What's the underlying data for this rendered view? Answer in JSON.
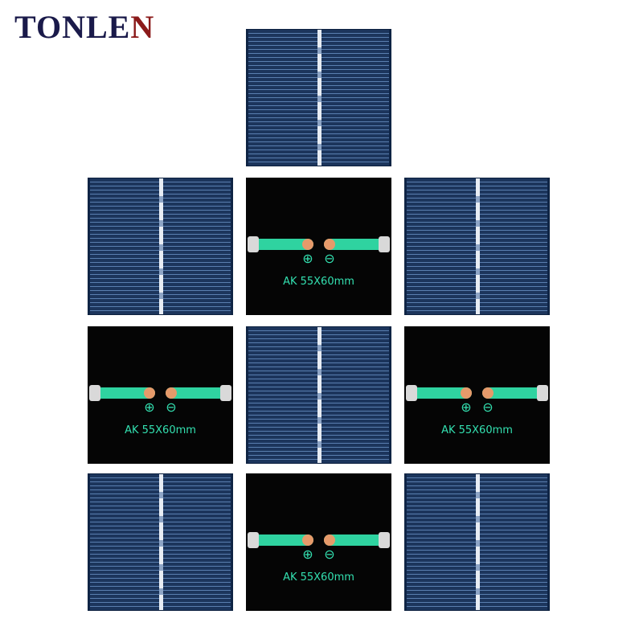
{
  "brand": {
    "text": "TONLEN",
    "colors": [
      "#1a1a4a",
      "#1a1a4a",
      "#1a1a4a",
      "#1a1a4a",
      "#1a1a4a",
      "#8b1a1a"
    ]
  },
  "panel_colors": {
    "front_cell": "#1e3a63",
    "back_board": "#050505",
    "contact_strip": "#2fd3a0",
    "solder_pad": "#e69a6a"
  },
  "back_panel": {
    "plus_symbol": "⊕",
    "minus_symbol": "⊖",
    "label": "AK 55X60mm"
  },
  "panels": [
    {
      "side": "front"
    },
    {
      "side": "front"
    },
    {
      "side": "back"
    },
    {
      "side": "front"
    },
    {
      "side": "back"
    },
    {
      "side": "front"
    },
    {
      "side": "back"
    },
    {
      "side": "front"
    },
    {
      "side": "back"
    },
    {
      "side": "front"
    }
  ]
}
